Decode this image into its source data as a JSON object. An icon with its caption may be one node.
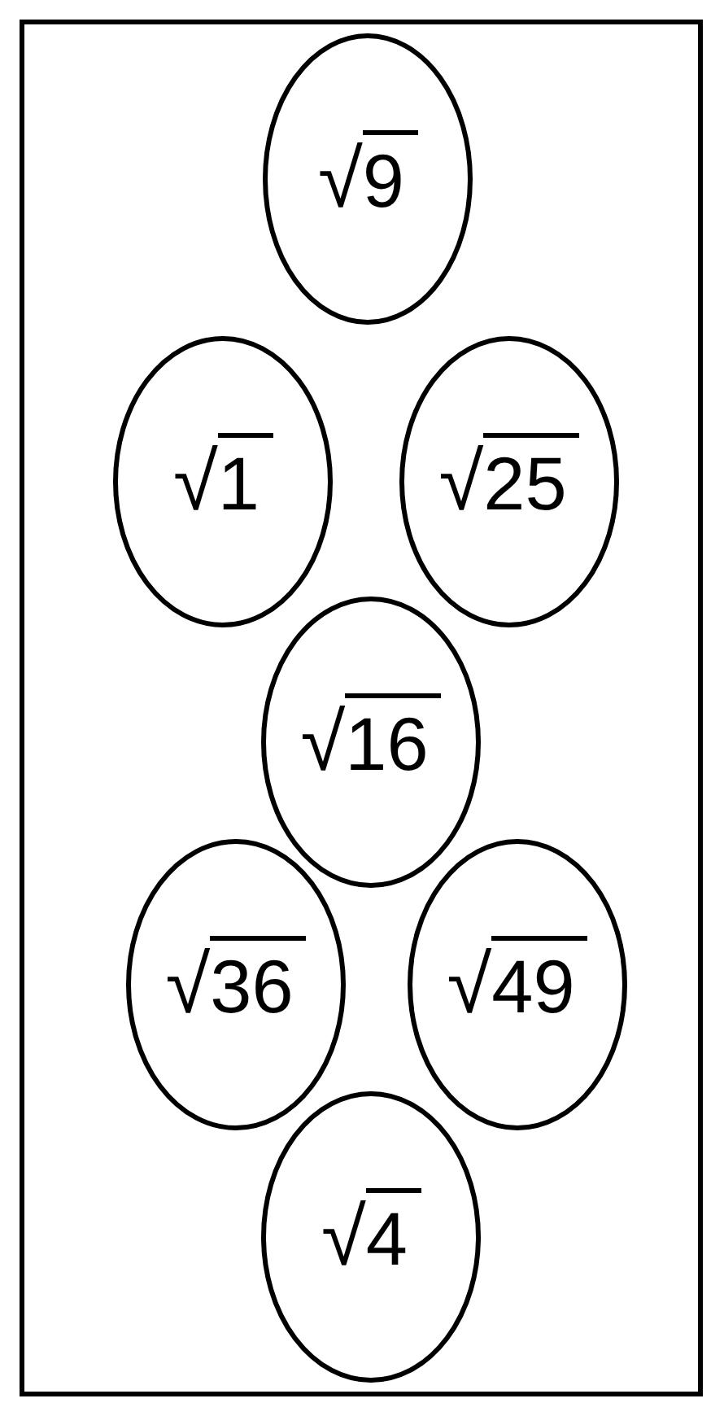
{
  "diagram": {
    "nodes": [
      {
        "text": [],
        "shape": "box"
      },
      {
        "text": [
          "√9"
        ],
        "in": 0
      },
      {
        "text": [
          "√1"
        ],
        "in": 0
      },
      {
        "text": [
          "√25"
        ],
        "in": 0
      },
      {
        "text": [
          "√16"
        ],
        "in": 0
      },
      {
        "text": [
          "√36"
        ],
        "in": 0
      },
      {
        "text": [
          "√49"
        ],
        "in": 0
      },
      {
        "text": [
          "√4"
        ],
        "in": 0
      }
    ]
  }
}
